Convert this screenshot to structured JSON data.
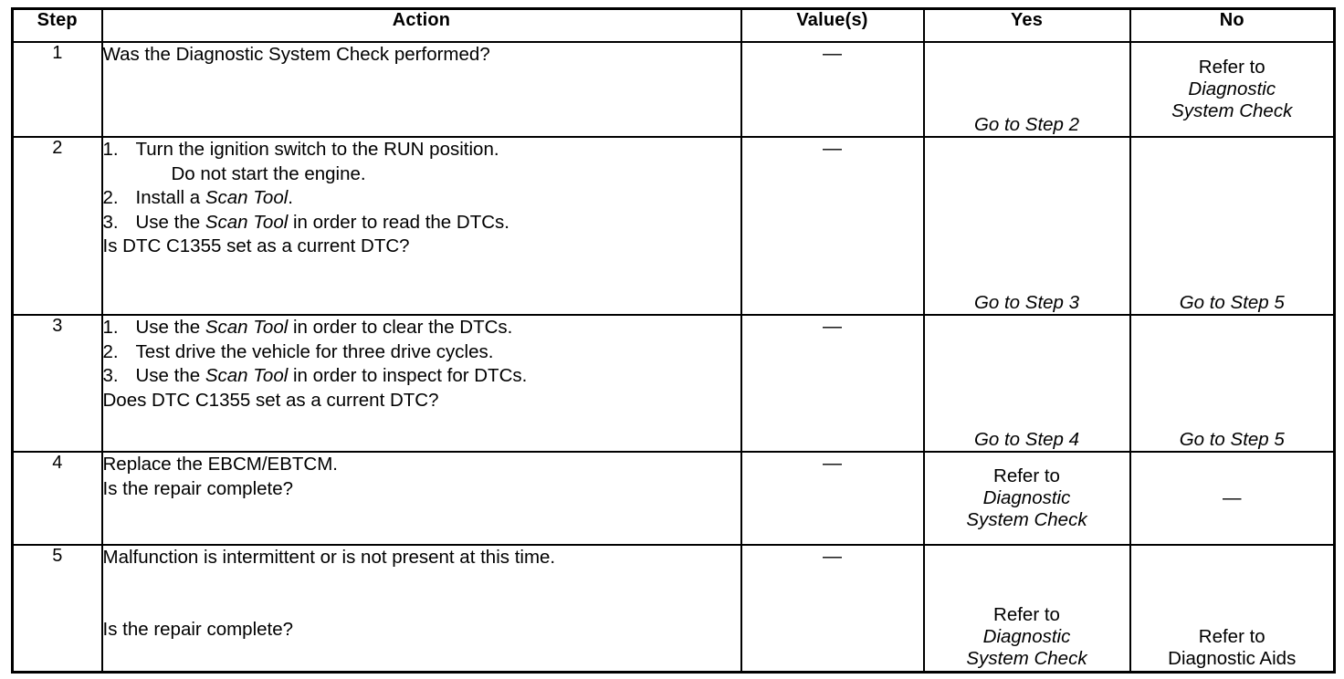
{
  "table": {
    "columns": [
      {
        "key": "step",
        "label": "Step"
      },
      {
        "key": "action",
        "label": "Action"
      },
      {
        "key": "value",
        "label": "Value(s)"
      },
      {
        "key": "yes",
        "label": "Yes"
      },
      {
        "key": "no",
        "label": "No"
      }
    ],
    "rows": [
      {
        "step": "1",
        "action": {
          "lines": [
            {
              "type": "plain",
              "text": "Was the Diagnostic System Check performed?"
            }
          ]
        },
        "value": "—",
        "yes": {
          "lines": [
            "Go to Step 2"
          ],
          "italic": [
            true
          ],
          "align": "bottom"
        },
        "no": {
          "lines": [
            "Refer to",
            "Diagnostic",
            "System Check"
          ],
          "italic": [
            false,
            true,
            true
          ],
          "align": "middle"
        }
      },
      {
        "step": "2",
        "action": {
          "lines": [
            {
              "type": "numbered",
              "num": "1.",
              "text": "Turn the ignition switch to the RUN position."
            },
            {
              "type": "continuation",
              "text": "Do not start the engine."
            },
            {
              "type": "numbered",
              "num": "2.",
              "text": "Install a ",
              "italic_text": "Scan Tool",
              "text_after": "."
            },
            {
              "type": "numbered",
              "num": "3.",
              "text": "Use the ",
              "italic_text": "Scan Tool",
              "text_after": " in order to read the DTCs."
            },
            {
              "type": "tail",
              "text": "Is DTC C1355 set as a current DTC?"
            }
          ]
        },
        "value": "—",
        "yes": {
          "lines": [
            "Go to Step 3"
          ],
          "italic": [
            true
          ],
          "align": "bottom"
        },
        "no": {
          "lines": [
            "Go to Step 5"
          ],
          "italic": [
            true
          ],
          "align": "bottom"
        }
      },
      {
        "step": "3",
        "action": {
          "lines": [
            {
              "type": "numbered",
              "num": "1.",
              "text": "Use the ",
              "italic_text": "Scan Tool",
              "text_after": " in order to clear the DTCs."
            },
            {
              "type": "numbered",
              "num": "2.",
              "text": "Test drive the vehicle for three drive cycles."
            },
            {
              "type": "numbered",
              "num": "3.",
              "text": "Use the ",
              "italic_text": "Scan Tool",
              "text_after": " in order to inspect for DTCs."
            },
            {
              "type": "tail",
              "text": "Does DTC C1355 set as a current DTC?"
            }
          ]
        },
        "value": "—",
        "yes": {
          "lines": [
            "Go to Step 4"
          ],
          "italic": [
            true
          ],
          "align": "bottom"
        },
        "no": {
          "lines": [
            "Go to Step 5"
          ],
          "italic": [
            true
          ],
          "align": "bottom"
        }
      },
      {
        "step": "4",
        "action": {
          "lines": [
            {
              "type": "plain",
              "text": "Replace the EBCM/EBTCM."
            },
            {
              "type": "plain",
              "text": "Is the repair complete?"
            }
          ]
        },
        "value": "—",
        "yes": {
          "lines": [
            "Refer to",
            "Diagnostic",
            "System Check"
          ],
          "italic": [
            false,
            true,
            true
          ],
          "align": "middle"
        },
        "no": {
          "lines": [
            "—"
          ],
          "italic": [
            false
          ],
          "align": "middle"
        }
      },
      {
        "step": "5",
        "action": {
          "lines": [
            {
              "type": "plain",
              "text": "Malfunction is intermittent or is not present at this time."
            },
            {
              "type": "spacer"
            },
            {
              "type": "spacer"
            },
            {
              "type": "plain",
              "text": "Is the repair complete?"
            }
          ]
        },
        "value": "—",
        "yes": {
          "lines": [
            "Refer to",
            "Diagnostic",
            "System Check"
          ],
          "italic": [
            false,
            true,
            true
          ],
          "align": "bottom"
        },
        "no": {
          "lines": [
            "Refer to",
            "Diagnostic Aids"
          ],
          "italic": [
            false,
            false
          ],
          "align": "bottom"
        }
      }
    ]
  },
  "colors": {
    "ink": "#000000",
    "paper": "#ffffff"
  }
}
